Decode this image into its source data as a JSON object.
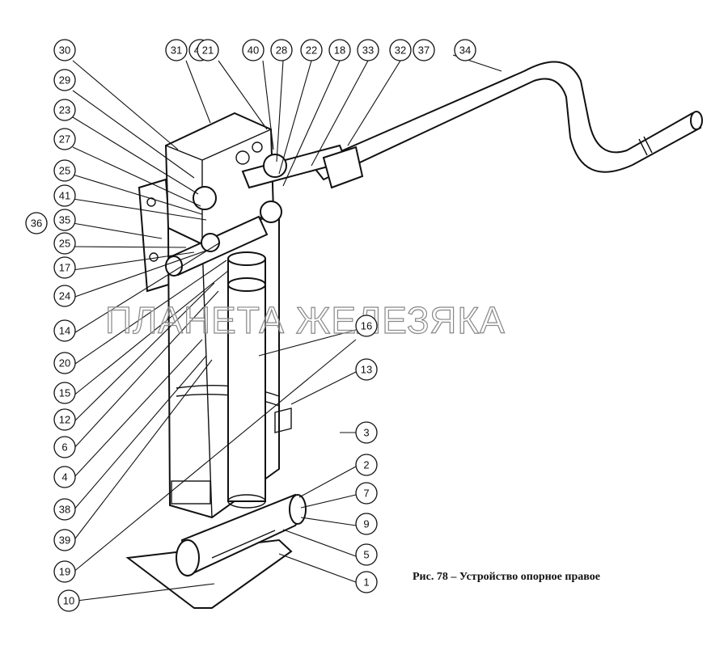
{
  "figure": {
    "caption": "Рис. 78 – Устройство опорное правое",
    "watermark": "ПЛАНЕТА ЖЕЛЕЗЯКА"
  },
  "callouts": [
    "30",
    "31",
    "42",
    "21",
    "40",
    "28",
    "22",
    "18",
    "33",
    "32",
    "37",
    "34",
    "29",
    "23",
    "27",
    "25",
    "41",
    "36",
    "35",
    "25",
    "17",
    "24",
    "14",
    "20",
    "15",
    "12",
    "6",
    "4",
    "38",
    "39",
    "19",
    "10",
    "16",
    "13",
    "3",
    "2",
    "7",
    "9",
    "5",
    "1"
  ]
}
